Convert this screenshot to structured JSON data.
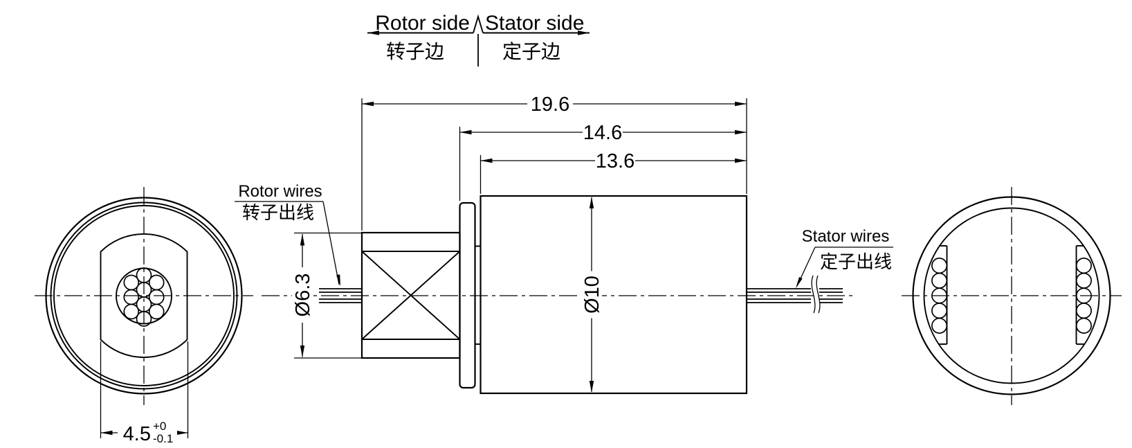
{
  "header": {
    "rotor_side_en": "Rotor side",
    "rotor_side_zh": "转子边",
    "stator_side_en": "Stator side",
    "stator_side_zh": "定子边"
  },
  "callouts": {
    "rotor_wires_en": "Rotor wires",
    "rotor_wires_zh": "转子出线",
    "stator_wires_en": "Stator wires",
    "stator_wires_zh": "定子出线"
  },
  "dimensions": {
    "overall_length": "19.6",
    "stator_length": "14.6",
    "body_length": "13.6",
    "rotor_diameter": "Ø6.3",
    "body_diameter": "Ø10",
    "flat_width": "4.5",
    "flat_width_tol_upper": "+0",
    "flat_width_tol_lower": "-0.1"
  }
}
